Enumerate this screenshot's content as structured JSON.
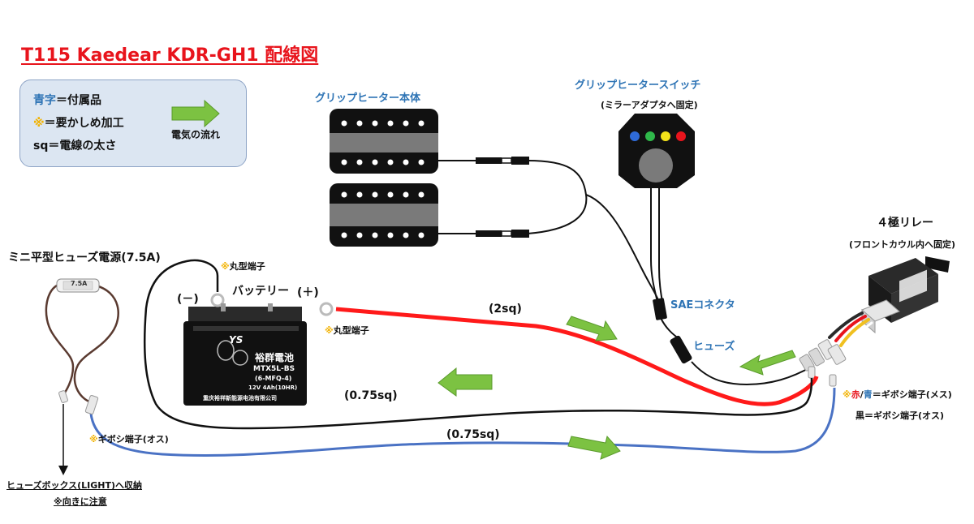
{
  "title": "T115 Kaedear KDR-GH1 配線図",
  "legend": {
    "blue_text_key": "青字",
    "blue_text_desc": "＝付属品",
    "crimp_key": "※",
    "crimp_desc": "＝要かしめ加工",
    "sq_key": "sq",
    "sq_desc": "＝電線の太さ",
    "arrow_desc": "電気の流れ"
  },
  "components": {
    "heater_body": "グリップヒーター本体",
    "heater_switch": "グリップヒータースイッチ",
    "heater_switch_note": "(ミラーアダプタへ固定)",
    "relay": "４極リレー",
    "relay_note": "(フロントカウル内へ固定)",
    "fuse_power": "ミニ平型ヒューズ電源(7.5A)",
    "fuse_blade_label": "7.5A",
    "battery": "バッテリー",
    "battery_minus": "(－)",
    "battery_plus": "(＋)",
    "battery_brand": "YS",
    "battery_name": "裕群電池",
    "battery_model": "MTX5L-BS",
    "battery_spec": "(6-MFQ-4)",
    "battery_rating": "12V 4Ah(10HR)",
    "battery_maker": "重庆裕祥新能源电池有限公司",
    "sae_connector": "SAEコネクタ",
    "fuse": "ヒューズ"
  },
  "labels": {
    "ring_terminal_top_mark": "※",
    "ring_terminal_top": "丸型端子",
    "ring_terminal_right_mark": "※",
    "ring_terminal_right": "丸型端子",
    "wire_2sq": "(2sq)",
    "wire_075_a": "(0.75sq)",
    "wire_075_b": "(0.75sq)",
    "spade_male_mark": "※",
    "spade_male": "ギボシ端子(オス)",
    "relay_terminal_mark": "※",
    "relay_terminal_red": "赤",
    "relay_terminal_slash": "/",
    "relay_terminal_blue": "青",
    "relay_terminal_rest": "＝ギボシ端子(メス)",
    "relay_black": "黒＝ギボシ端子(オス)",
    "fusebox_dest": "ヒューズボックス(LIGHT)へ収納",
    "fusebox_warning": "※向きに注意"
  },
  "colors": {
    "title": "#e8141c",
    "accent_blue": "#2e74b5",
    "crimp_star": "#f2b200",
    "wire_red": "#ff1a1a",
    "wire_blue": "#4a72c4",
    "wire_black": "#111111",
    "flow_arrow": "#7cc242",
    "legend_bg": "#dce6f2",
    "switch_leds": [
      "#2f6bd8",
      "#2fb84a",
      "#f4e21a",
      "#e8141c"
    ]
  }
}
